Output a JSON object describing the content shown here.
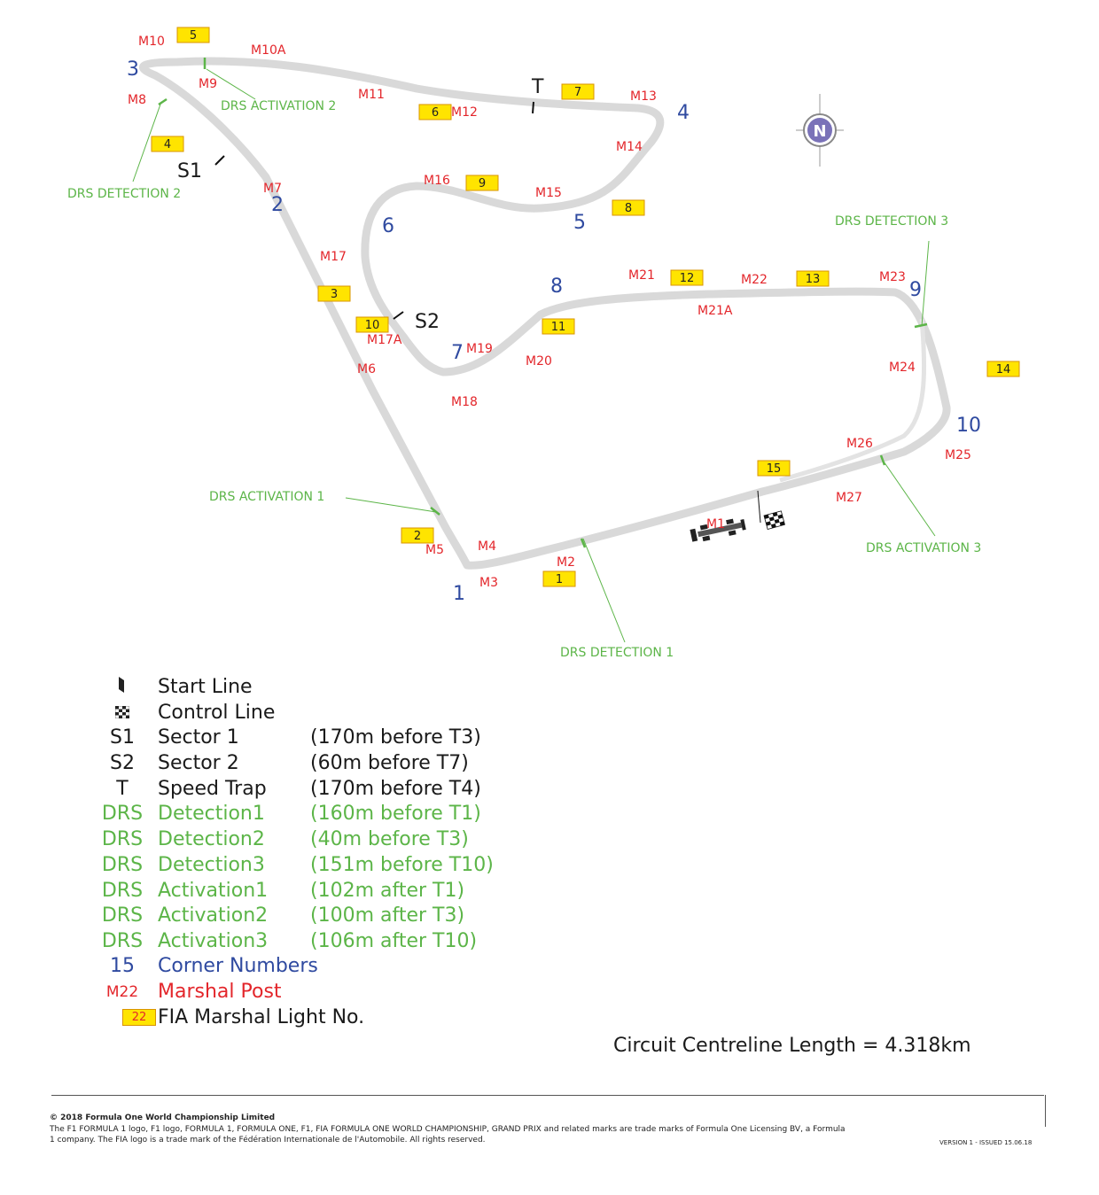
{
  "colors": {
    "track": "#d9d9d9",
    "marshal": "#e3262b",
    "corner": "#2f4aa0",
    "drs": "#5cb548",
    "light_fill": "#ffe400",
    "light_border": "#d99400"
  },
  "compass": {
    "letter": "N"
  },
  "corner_numbers": [
    "1",
    "2",
    "3",
    "4",
    "5",
    "6",
    "7",
    "8",
    "9",
    "10"
  ],
  "marshal_posts": [
    "M1",
    "M2",
    "M3",
    "M4",
    "M5",
    "M6",
    "M7",
    "M8",
    "M9",
    "M10",
    "M10A",
    "M11",
    "M12",
    "M13",
    "M14",
    "M15",
    "M16",
    "M17",
    "M17A",
    "M18",
    "M19",
    "M20",
    "M21",
    "M21A",
    "M22",
    "M23",
    "M24",
    "M25",
    "M26",
    "M27"
  ],
  "marshal_lights": [
    "1",
    "2",
    "3",
    "4",
    "5",
    "6",
    "7",
    "8",
    "9",
    "10",
    "11",
    "12",
    "13",
    "14",
    "15"
  ],
  "timing_labels": {
    "s1": "S1",
    "s2": "S2",
    "t": "T"
  },
  "drs_labels": [
    "DRS DETECTION 1",
    "DRS DETECTION 2",
    "DRS DETECTION 3",
    "DRS ACTIVATION 1",
    "DRS ACTIVATION 2",
    "DRS ACTIVATION 3"
  ],
  "legend": [
    {
      "symbol": "",
      "icon": "start-line-icon",
      "name": "Start Line",
      "note": "",
      "color": "black"
    },
    {
      "symbol": "",
      "icon": "chequered-flag-icon",
      "name": "Control Line",
      "note": "",
      "color": "black"
    },
    {
      "symbol": "S1",
      "name": "Sector 1",
      "note": "(170m before T3)",
      "color": "black"
    },
    {
      "symbol": "S2",
      "name": "Sector 2",
      "note": "(60m before T7)",
      "color": "black"
    },
    {
      "symbol": "T",
      "name": "Speed Trap",
      "note": "(170m before T4)",
      "color": "black"
    },
    {
      "symbol": "DRS",
      "name": "Detection1",
      "note": "(160m before T1)",
      "color": "green"
    },
    {
      "symbol": "DRS",
      "name": "Detection2",
      "note": "(40m before T3)",
      "color": "green"
    },
    {
      "symbol": "DRS",
      "name": "Detection3",
      "note": "(151m before T10)",
      "color": "green"
    },
    {
      "symbol": "DRS",
      "name": "Activation1",
      "note": "(102m after T1)",
      "color": "green"
    },
    {
      "symbol": "DRS",
      "name": "Activation2",
      "note": "(100m after T3)",
      "color": "green"
    },
    {
      "symbol": "DRS",
      "name": "Activation3",
      "note": "(106m after T10)",
      "color": "green"
    },
    {
      "symbol": "15",
      "name": "Corner Numbers",
      "note": "",
      "color": "blue"
    },
    {
      "symbol": "M22",
      "name": "Marshal Post",
      "note": "",
      "color": "red"
    },
    {
      "symbol": "22",
      "icon": "marshal-light-box",
      "name": "FIA Marshal Light No.",
      "note": "",
      "color": "black"
    }
  ],
  "circuit_length": "Circuit Centreline Length = 4.318km",
  "footer": {
    "copyright": "© 2018 Formula One World Championship Limited",
    "trademark": "The F1 FORMULA 1 logo, F1 logo, FORMULA 1, FORMULA ONE, F1, FIA FORMULA ONE WORLD CHAMPIONSHIP, GRAND PRIX and related marks are trade marks of Formula One Licensing BV, a Formula 1 company. The FIA logo is a trade mark of the Fédération Internationale de l'Automobile. All rights reserved.",
    "version": "VERSION 1 - ISSUED 15.06.18"
  }
}
